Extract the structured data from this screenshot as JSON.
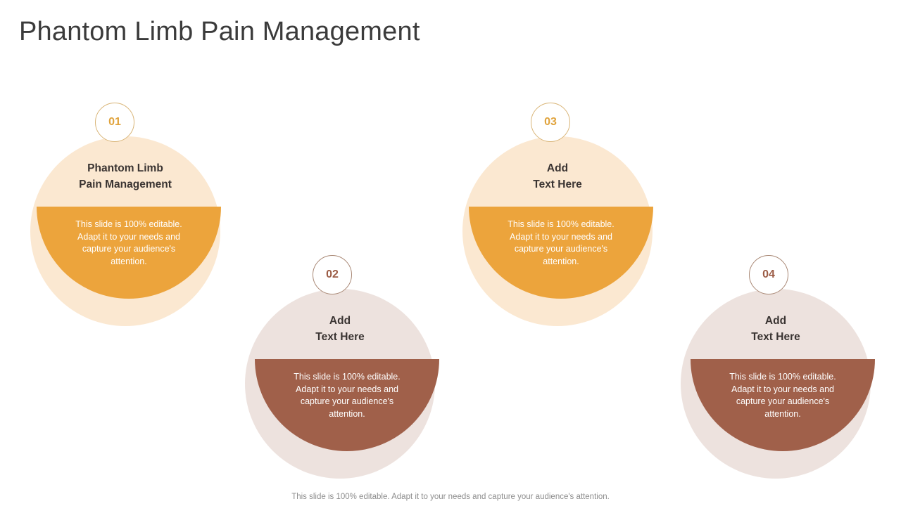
{
  "slide": {
    "title": "Phantom Limb Pain Management",
    "footer_note": "This slide is 100% editable. Adapt it to your needs and capture your audience's attention.",
    "colors": {
      "orange_fill": "#eca43c",
      "orange_light": "#fbe8d1",
      "brown_fill": "#a0604a",
      "brown_light": "#ede2de",
      "badge_orange_text": "#e0a33c",
      "badge_brown_text": "#9b5b44",
      "title_text": "#3b3b3b",
      "heading_text": "#3a3432",
      "body_text": "#ffffff",
      "footer_text": "#8d8d8d"
    }
  },
  "items": [
    {
      "number": "01",
      "heading": "Phantom Limb\nPain Management",
      "body": "This slide is 100% editable. Adapt it to your needs and capture your audience's attention.",
      "theme": "orange"
    },
    {
      "number": "02",
      "heading": "Add\nText Here",
      "body": "This slide is 100% editable. Adapt it to your needs and capture your audience's attention.",
      "theme": "brown"
    },
    {
      "number": "03",
      "heading": "Add\nText Here",
      "body": "This slide is 100% editable. Adapt it to your needs and capture your audience's attention.",
      "theme": "orange"
    },
    {
      "number": "04",
      "heading": "Add\nText Here",
      "body": "This slide is 100% editable. Adapt it to your needs and capture your audience's attention.",
      "theme": "brown"
    }
  ]
}
